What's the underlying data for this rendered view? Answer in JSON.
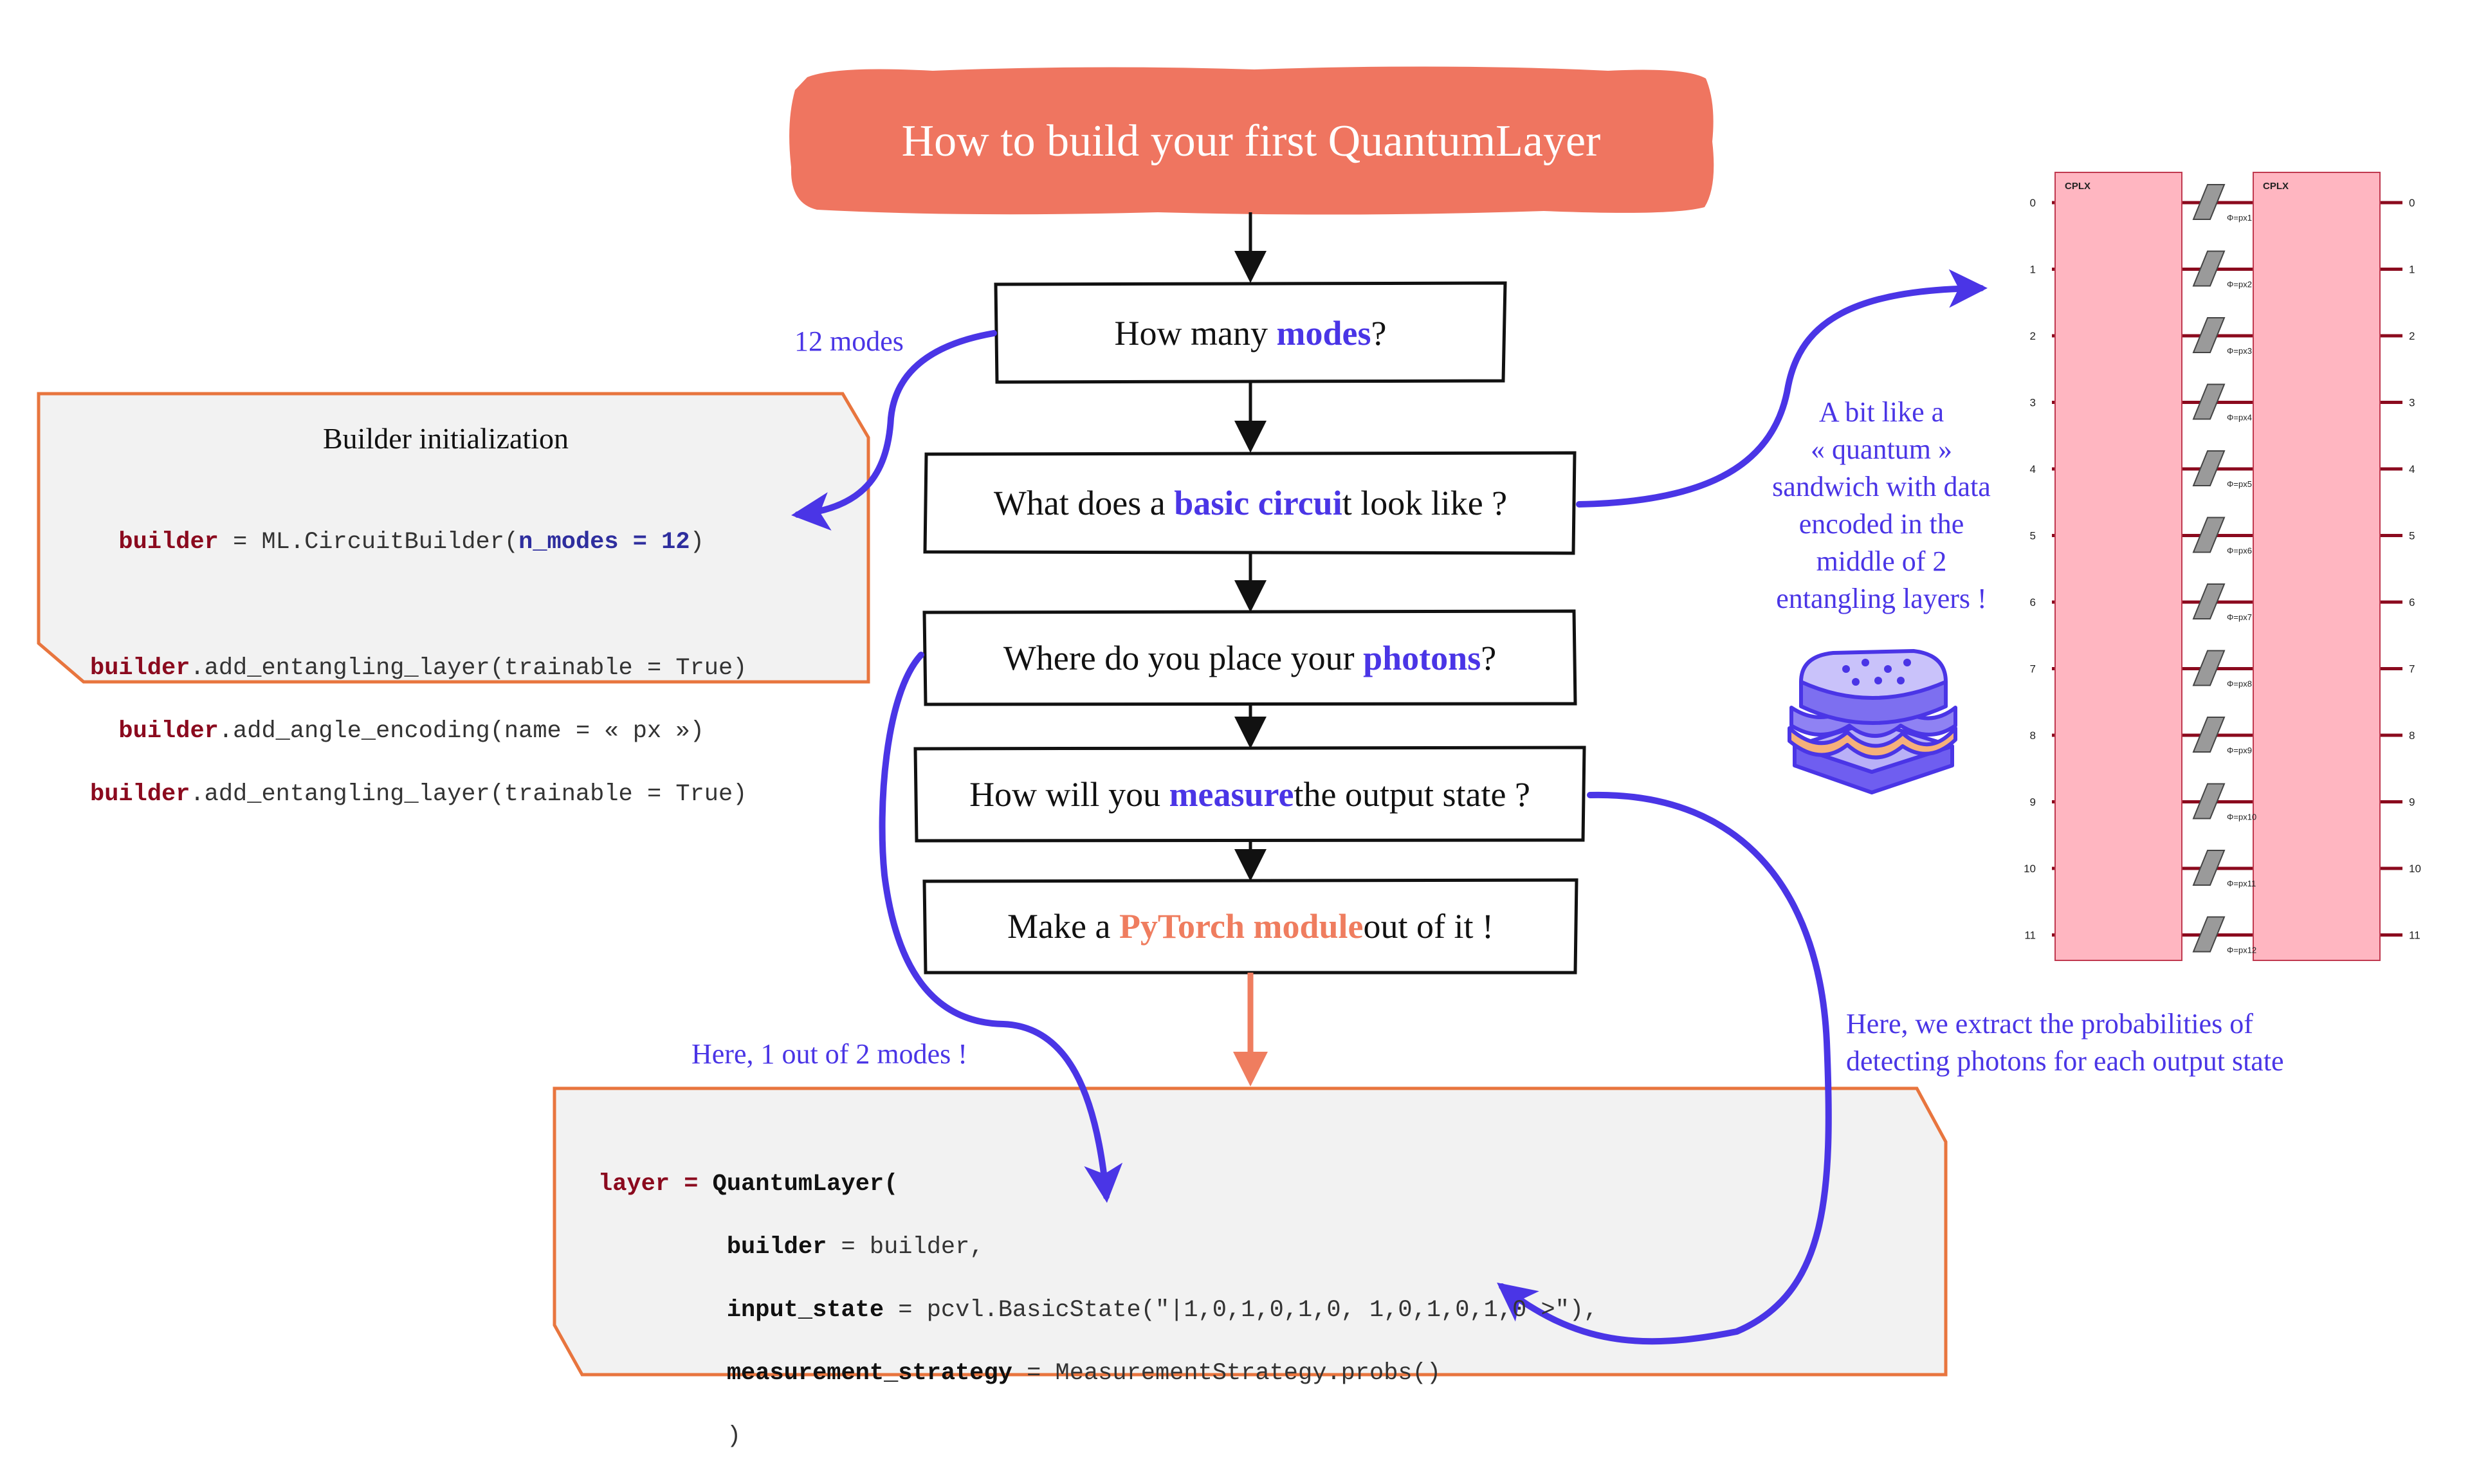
{
  "title": "How to build your first QuantumLayer",
  "steps": [
    {
      "before": "How many ",
      "highlight": "modes",
      "after": " ?"
    },
    {
      "before": "What does a ",
      "highlight": "basic circui",
      "after": "t look like ?"
    },
    {
      "before": "Where do you place your ",
      "highlight": "photons",
      "after": " ?"
    },
    {
      "before": "How will you ",
      "highlight": "measure",
      "after": " the output state ?"
    },
    {
      "before": "Make a ",
      "highlight": "PyTorch module",
      "after": " out of it !"
    }
  ],
  "notes": {
    "modes": "12 modes",
    "sandwich": [
      "A bit like a",
      "« quantum »",
      "sandwich with data",
      "encoded in the",
      "middle of 2",
      "entangling layers !"
    ],
    "photons": "Here, 1 out of 2 modes !",
    "measure": [
      "Here, we extract the probabilities of",
      "detecting photons for each output state"
    ]
  },
  "builder_box": {
    "title": "Builder initialization",
    "line1_kw": "builder",
    "line1_mid": " = ML.CircuitBuilder(",
    "line1_arg": "n_modes = 12",
    "line1_end": ")",
    "line2": ".add_entangling_layer(trainable = True)",
    "line3": ".add_angle_encoding(name = « px »)",
    "line4": ".add_entangling_layer(trainable = True)"
  },
  "layer_box": {
    "l1_kw": "layer",
    "l1_eq": " = ",
    "l1_cls": "QuantumLayer(",
    "l2_kw": "builder",
    "l2_rest": " = builder,",
    "l3_kw": "input_state",
    "l3_rest": " = pcvl.BasicState(\"|1,0,1,0,1,0, 1,0,1,0,1,0 >\"),",
    "l4_kw": "measurement_strategy",
    "l4_rest": " = MeasurementStrategy.probs()",
    "l5": ")"
  },
  "circuit": {
    "block_label": "CPLX",
    "modes": [
      "0",
      "1",
      "2",
      "3",
      "4",
      "5",
      "6",
      "7",
      "8",
      "9",
      "10",
      "11"
    ],
    "phases": [
      "Φ=px1",
      "Φ=px2",
      "Φ=px3",
      "Φ=px4",
      "Φ=px5",
      "Φ=px6",
      "Φ=px7",
      "Φ=px8",
      "Φ=px9",
      "Φ=px10",
      "Φ=px11",
      "Φ=px12"
    ]
  },
  "colors": {
    "title_bg": "#ef7560",
    "accent_blue": "#4a35e6",
    "accent_orange": "#ef7d5f",
    "box_border_orange": "#e8753e",
    "code_bg": "#f2f2f2",
    "circuit_block": "#ffb6c1",
    "wire": "#8b0a1e"
  }
}
